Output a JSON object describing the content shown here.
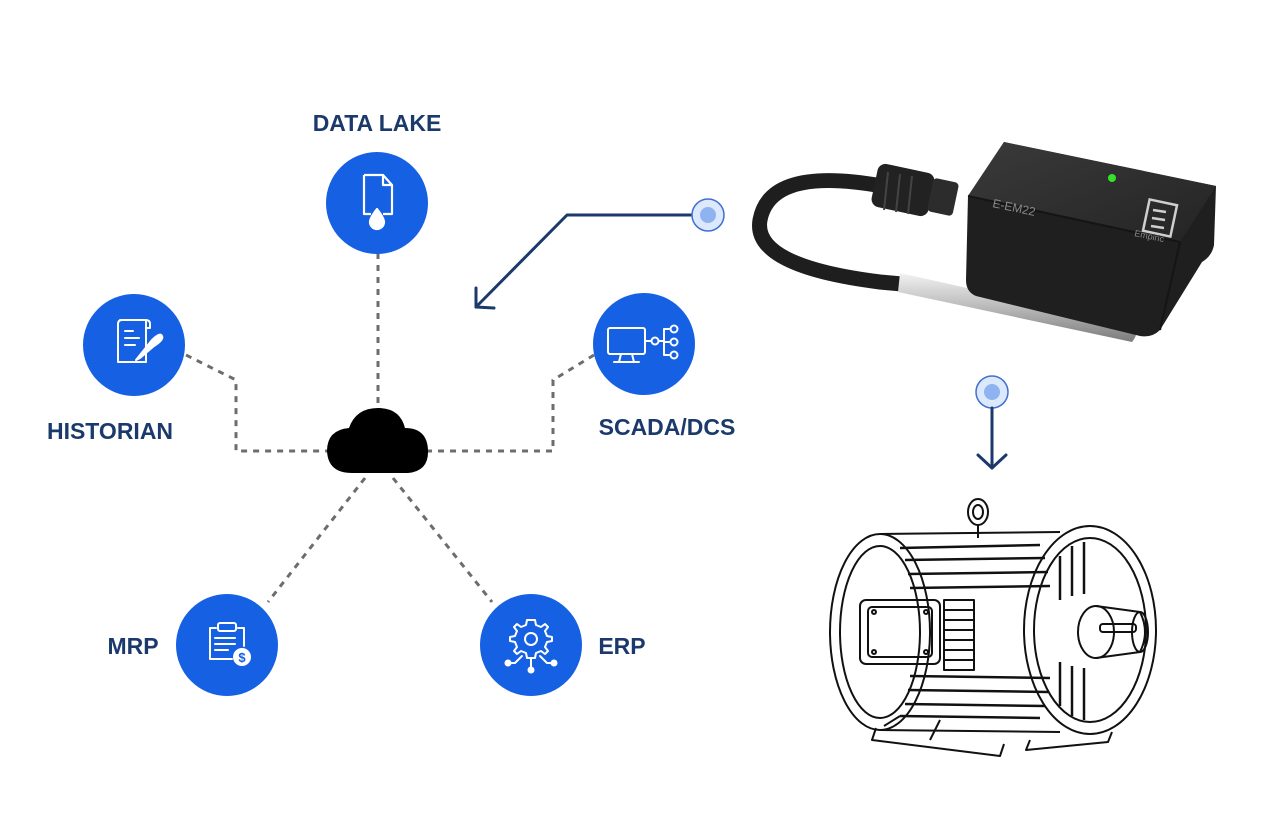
{
  "nodes": {
    "data_lake": {
      "label": "DATA LAKE",
      "icon": "data-lake-file-drop-icon"
    },
    "historian": {
      "label": "HISTORIAN",
      "icon": "document-quill-icon"
    },
    "scada": {
      "label": "SCADA/DCS",
      "icon": "monitor-network-icon"
    },
    "mrp": {
      "label": "MRP",
      "icon": "clipboard-dollar-icon"
    },
    "erp": {
      "label": "ERP",
      "icon": "gear-network-icon"
    }
  },
  "hub": {
    "icon": "cloud-icon"
  },
  "device": {
    "model": "E-EM22",
    "brand": "Empiric",
    "icon": "sensor-device-icon"
  },
  "motor": {
    "icon": "electric-motor-icon"
  },
  "colors": {
    "node_fill": "#1560e3",
    "label_text": "#1b3a6b",
    "arrow": "#1b3a6b",
    "dashed_line": "#6d6d6d",
    "cloud": "#000000",
    "marker_fill": "#8fb3f0",
    "marker_ring": "#3f6fd1",
    "device_body": "#2b2b2b",
    "led": "#37e02a"
  }
}
